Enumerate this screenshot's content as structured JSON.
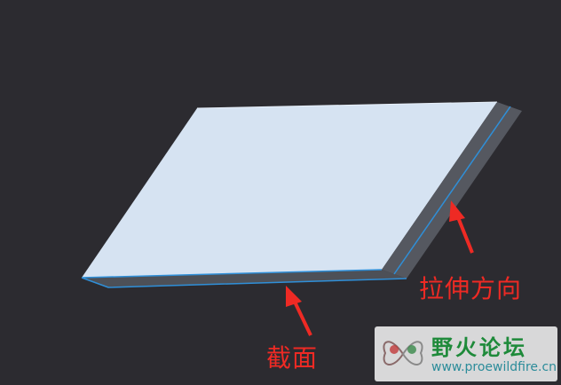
{
  "annotations": {
    "extrude_direction": "拉伸方向",
    "section": "截面"
  },
  "watermark": {
    "title": "野火论坛",
    "url": "www.proewildfire.cn"
  },
  "colors": {
    "background": "#2c2b30",
    "plate_top": "#d6e3f2",
    "plate_side": "#555860",
    "edge_highlight": "#2f8fd8",
    "annotation": "#ee2a24"
  },
  "icons": {
    "arrow": "red-arrow-icon",
    "watermark_logo": "butterfly-logo-icon"
  }
}
